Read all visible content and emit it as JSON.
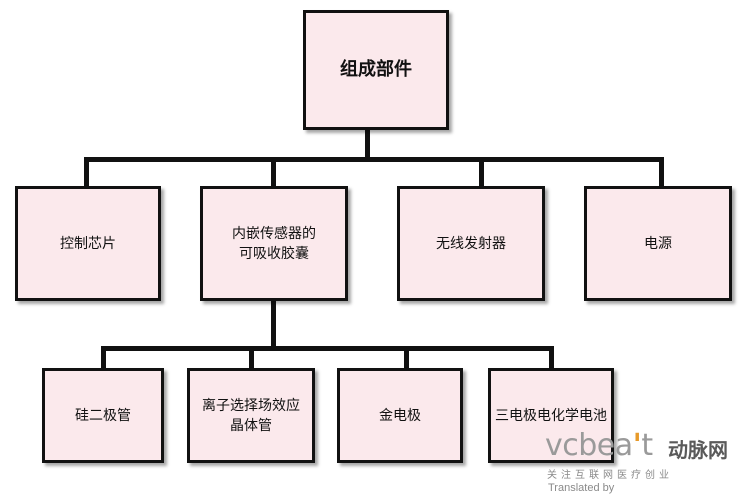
{
  "root": {
    "label": "组成部件"
  },
  "level1": [
    {
      "label": "控制芯片"
    },
    {
      "label": "内嵌传感器的\n可吸收胶囊"
    },
    {
      "label": "无线发射器"
    },
    {
      "label": "电源"
    }
  ],
  "level2": [
    {
      "label": "硅二极管"
    },
    {
      "label": "离子选择场效应\n晶体管"
    },
    {
      "label": "金电极"
    },
    {
      "label": "三电极电化学电池"
    }
  ],
  "watermark": {
    "brand_prefix": "vcbea",
    "brand_accent": "'",
    "brand_suffix": "t",
    "brand_cn": "动脉网",
    "slogan": "关注互联网医疗创业",
    "translated_by": "Translated by"
  },
  "colors": {
    "box_fill": "#fbe9ec",
    "line": "#111111",
    "watermark_accent": "#e79a2a"
  }
}
